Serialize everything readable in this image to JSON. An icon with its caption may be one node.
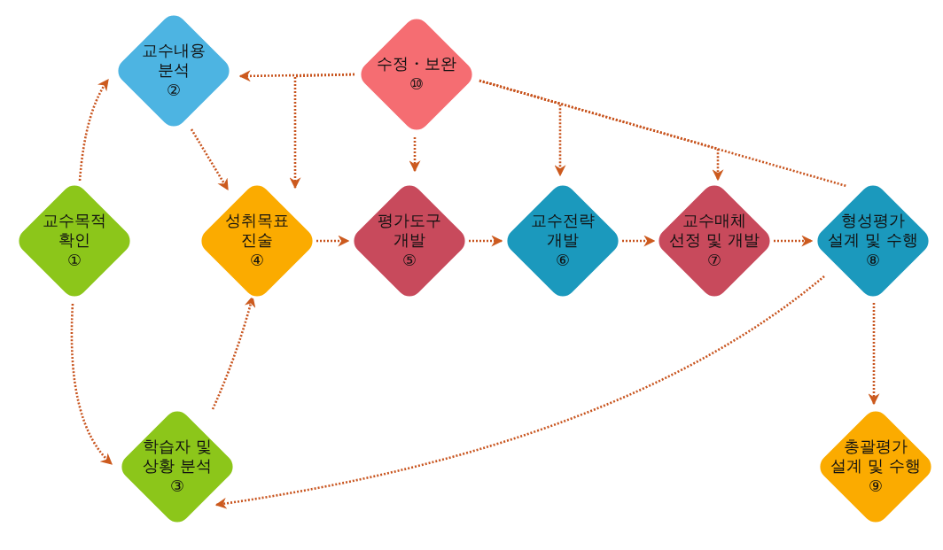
{
  "diagram": {
    "nodes": [
      {
        "text": [
          "교수목적 확인",
          "①"
        ]
      },
      {
        "text": [
          "교수내용 분석",
          "②"
        ]
      },
      {
        "text": [
          "학습자 및 상황 분석",
          "③"
        ]
      },
      {
        "text": [
          "성취목표 진술",
          "④"
        ]
      },
      {
        "text": [
          "평가도구 개발",
          "⑤"
        ]
      },
      {
        "text": [
          "교수전략 개발",
          "⑥"
        ]
      },
      {
        "text": [
          "교수매체 선정 및 개발",
          "⑦"
        ]
      },
      {
        "text": [
          "형성평가 설계 및 수행",
          "⑧"
        ]
      },
      {
        "text": [
          "총괄평가 설계 및 수행",
          "⑨"
        ]
      },
      {
        "text": [
          "수정・보완",
          "⑩"
        ]
      }
    ],
    "edges": [
      {
        "from": 0,
        "to": 1,
        "arrow": "to"
      },
      {
        "from": 0,
        "to": 2,
        "arrow": "to"
      },
      {
        "from": 1,
        "to": 3,
        "arrow": "to"
      },
      {
        "from": 2,
        "to": 3,
        "arrow": "to"
      },
      {
        "from": 3,
        "to": 4,
        "arrow": "to"
      },
      {
        "from": 4,
        "to": 5,
        "arrow": "to"
      },
      {
        "from": 5,
        "to": 6,
        "arrow": "to"
      },
      {
        "from": 6,
        "to": 7,
        "arrow": "to"
      },
      {
        "from": 7,
        "to": 8,
        "arrow": "to"
      },
      {
        "from": 7,
        "to": 2,
        "arrow": "to"
      },
      {
        "from": 9,
        "to": 1,
        "arrow": "to"
      },
      {
        "from": 9,
        "to": 3,
        "arrow": "to"
      },
      {
        "from": 9,
        "to": 4,
        "arrow": "to"
      },
      {
        "from": 9,
        "to": 5,
        "arrow": "to"
      },
      {
        "from": 9,
        "to": 6,
        "arrow": "to"
      },
      {
        "from": 9,
        "to": 7,
        "arrow": "none"
      }
    ]
  }
}
